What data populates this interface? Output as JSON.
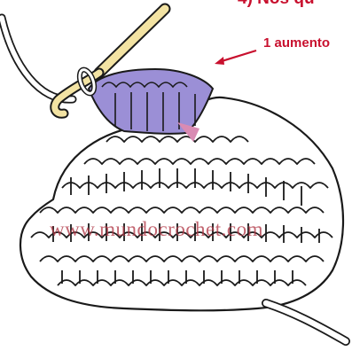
{
  "header": {
    "title_fragment": "4) Nos qu"
  },
  "annotation": {
    "label": "1 aumento"
  },
  "watermark": {
    "text": "www.mundocrochet.com"
  },
  "colors": {
    "accent_red": "#c8102e",
    "highlight_purple": "#9b8fd6",
    "hook_yellow": "#f3e3a3",
    "outline": "#1a1a1a",
    "yarn_white": "#ffffff",
    "watermark": "#b23a48"
  }
}
